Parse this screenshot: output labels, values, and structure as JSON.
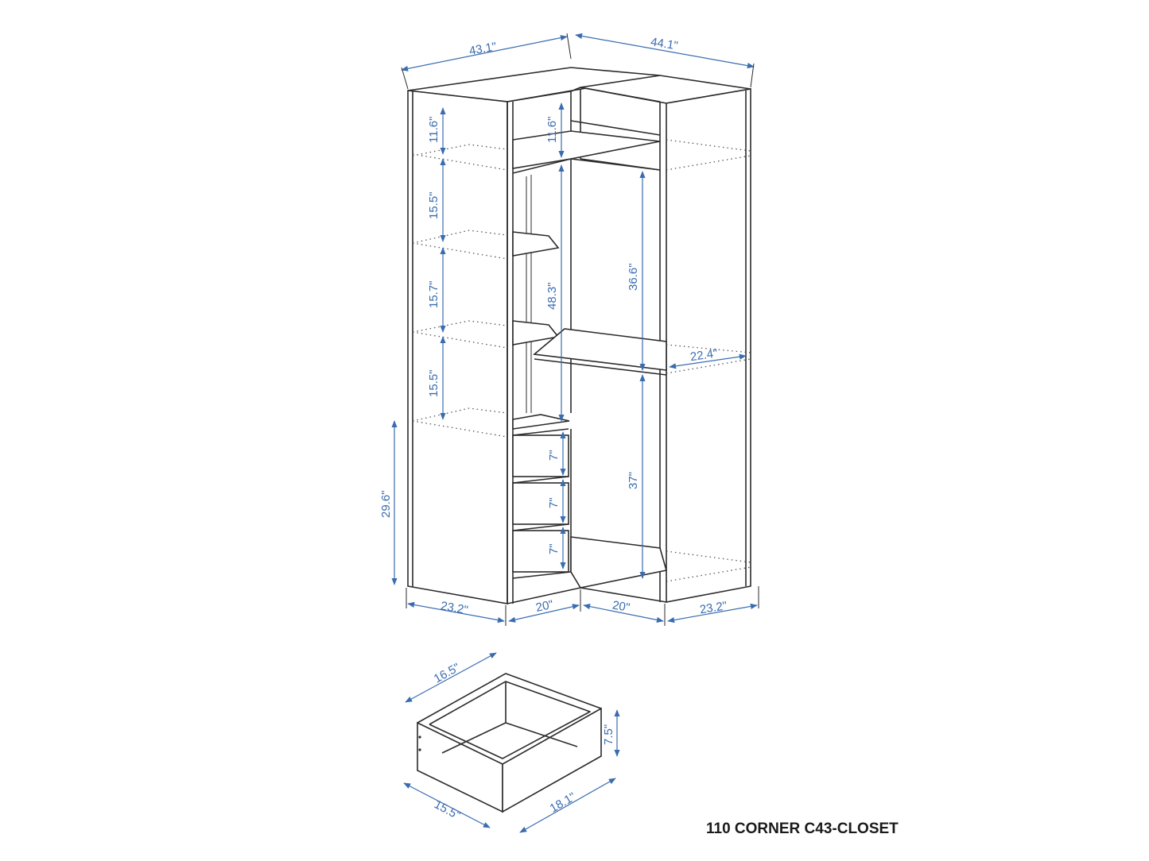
{
  "caption": "110 CORNER C43-CLOSET",
  "dimensions": {
    "top_left_width": "43.1\"",
    "top_right_width": "44.1\"",
    "left_shelf_1": "11.6\"",
    "left_shelf_2": "15.5\"",
    "left_shelf_3": "15.7\"",
    "left_shelf_4": "15.5\"",
    "left_base_height": "29.6\"",
    "inner_top_shelf": "11.6\"",
    "inner_hanging_height": "48.3\"",
    "right_upper_hanging": "36.6\"",
    "right_shelf_depth": "22.4\"",
    "right_lower_hanging": "37\"",
    "drawer_1": "7\"",
    "drawer_2": "7\"",
    "drawer_3": "7\"",
    "bottom_left_depth": "23.2\"",
    "bottom_left_inner": "20\"",
    "bottom_right_inner": "20\"",
    "bottom_right_depth": "23.2\"",
    "drawer_top_width": "16.5\"",
    "drawer_height": "7.5\"",
    "drawer_side_depth": "15.5\"",
    "drawer_front_width": "18.1\""
  },
  "colors": {
    "dimension": "#3a6cb0",
    "outline": "#2b2b2b"
  }
}
